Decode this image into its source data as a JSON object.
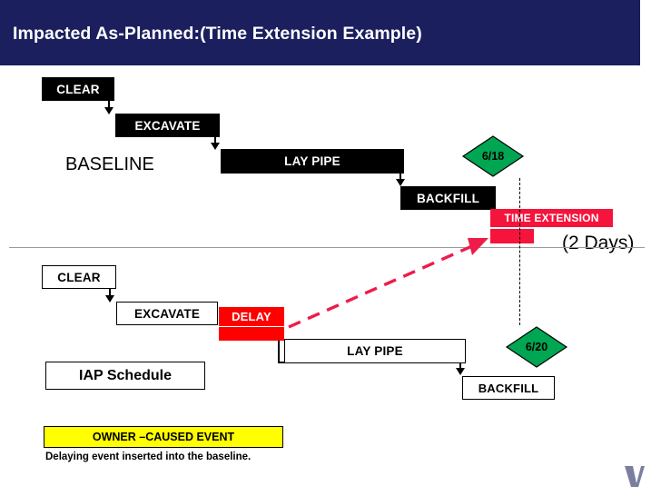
{
  "slide": {
    "title": "Impacted As-Planned:(Time Extension Example)",
    "header_color": "#1b1f5e"
  },
  "baseline": {
    "label": "BASELINE",
    "tasks": [
      {
        "name": "CLEAR",
        "style": "black"
      },
      {
        "name": "EXCAVATE",
        "style": "black"
      },
      {
        "name": "LAY PIPE",
        "style": "black"
      },
      {
        "name": "BACKFILL",
        "style": "black"
      },
      {
        "name": "TIME EXTENSION",
        "style": "red"
      }
    ],
    "milestone": "6/18",
    "extension_note": "(2 Days)"
  },
  "iap": {
    "label": "IAP Schedule",
    "tasks": [
      {
        "name": "CLEAR",
        "style": "white"
      },
      {
        "name": "EXCAVATE",
        "style": "white"
      },
      {
        "name": "DELAY",
        "style": "red"
      },
      {
        "name": "LAY PIPE",
        "style": "white"
      },
      {
        "name": "BACKFILL",
        "style": "white"
      }
    ],
    "milestone": "6/20",
    "event_label": "OWNER –CAUSED EVENT",
    "note": "Delaying event inserted into the baseline."
  },
  "colors": {
    "milestone_fill": "#00a651",
    "delay_red": "#ff0000",
    "time_extension_red": "#f5143c",
    "arrow_red": "#ee1c4a"
  }
}
